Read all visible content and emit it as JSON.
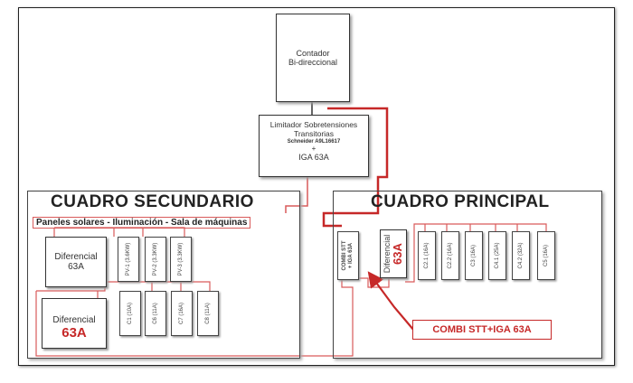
{
  "meter": {
    "line1": "Contador",
    "line2": "Bi-direccional"
  },
  "limiter": {
    "line1": "Limitador Sobretensiones",
    "line2": "Transitorias",
    "line3": "Schneider A9L16617",
    "line4": "+",
    "line5": "IGA 63A"
  },
  "secondary": {
    "title": "CUADRO SECUNDARIO",
    "subtitle": "Paneles solares - Iluminación - Sala de máquinas",
    "diff1": {
      "line1": "Diferencial",
      "line2": "63A"
    },
    "diff2": {
      "line1": "Diferencial",
      "line2": "63A"
    },
    "top_breakers": [
      "PV-1 (3.6KW)",
      "PV-2 (3.3KW)",
      "PV-3 (3.3KW)"
    ],
    "bottom_breakers": [
      "C1 (10A)",
      "C6 (11A)",
      "C7 (16A)",
      "C8 (11A)"
    ]
  },
  "main": {
    "title": "CUADRO PRINCIPAL",
    "combi": {
      "line1": "COMBI STT",
      "line2": "+ IGA 63A"
    },
    "diff": {
      "line1": "Diferencial",
      "line2": "63A"
    },
    "breakers": [
      "C2.1 (16A)",
      "C2.2 (16A)",
      "C3 (16A)",
      "C4.1 (25A)",
      "C4.2 (32A)",
      "C5 (16A)"
    ]
  },
  "callout": "COMBI STT+IGA 63A",
  "colors": {
    "wire": "#c62828",
    "callout_text": "#c62828",
    "accent_amp": "#c62828"
  }
}
